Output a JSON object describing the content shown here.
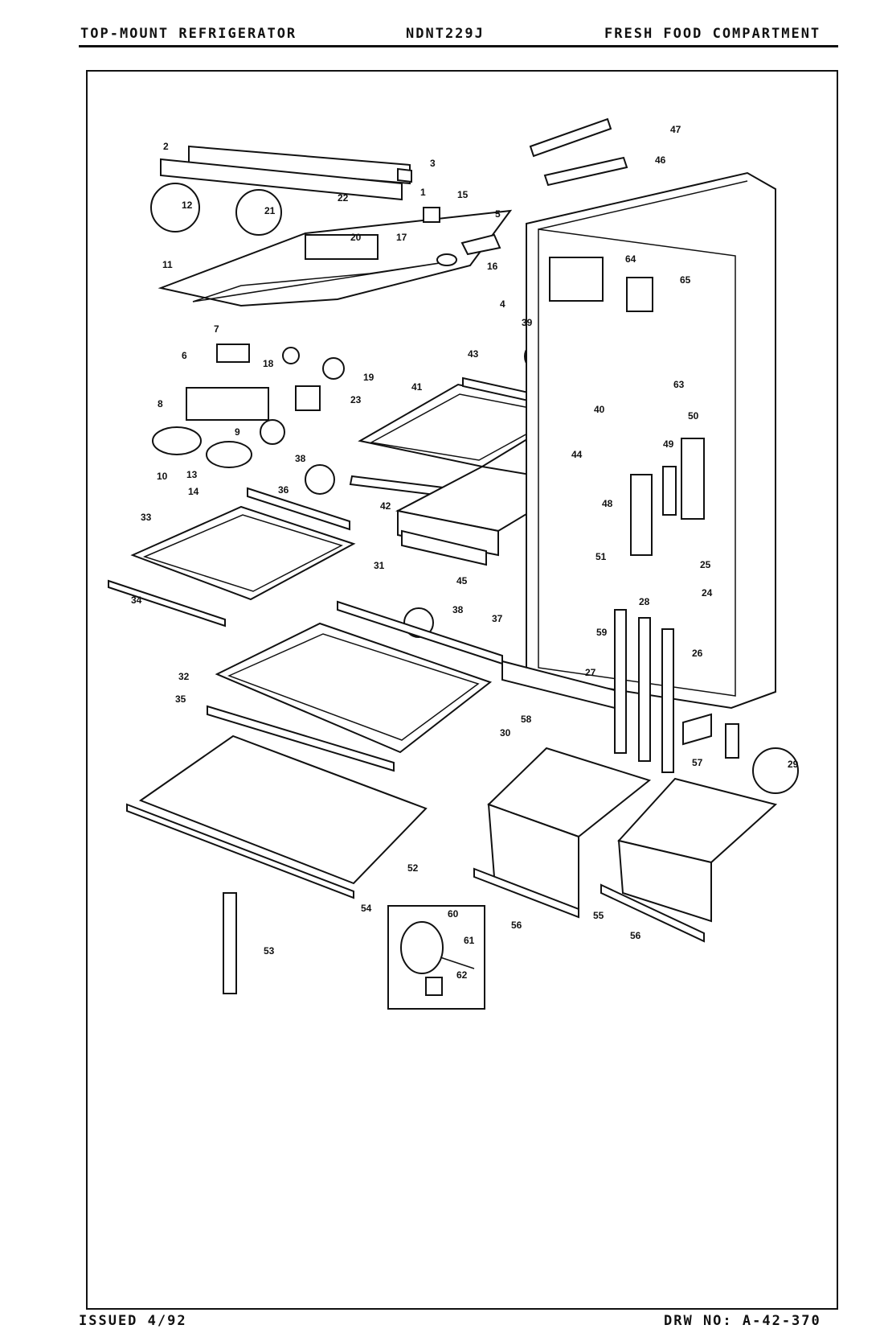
{
  "header": {
    "left": "TOP-MOUNT REFRIGERATOR",
    "center": "NDNT229J",
    "right": "FRESH FOOD COMPARTMENT"
  },
  "footer": {
    "issued": "ISSUED 4/92",
    "drawing_no": "DRW NO: A-42-370"
  },
  "callouts": [
    "1",
    "2",
    "3",
    "4",
    "5",
    "6",
    "7",
    "8",
    "9",
    "10",
    "11",
    "12",
    "13",
    "14",
    "15",
    "16",
    "17",
    "18",
    "19",
    "20",
    "21",
    "22",
    "23",
    "24",
    "25",
    "26",
    "27",
    "28",
    "29",
    "30",
    "31",
    "32",
    "33",
    "34",
    "35",
    "36",
    "37",
    "38",
    "38",
    "39",
    "40",
    "41",
    "42",
    "43",
    "44",
    "45",
    "46",
    "47",
    "48",
    "49",
    "50",
    "51",
    "52",
    "53",
    "54",
    "55",
    "56",
    "56",
    "57",
    "58",
    "59",
    "60",
    "61",
    "62",
    "63",
    "64",
    "65"
  ]
}
